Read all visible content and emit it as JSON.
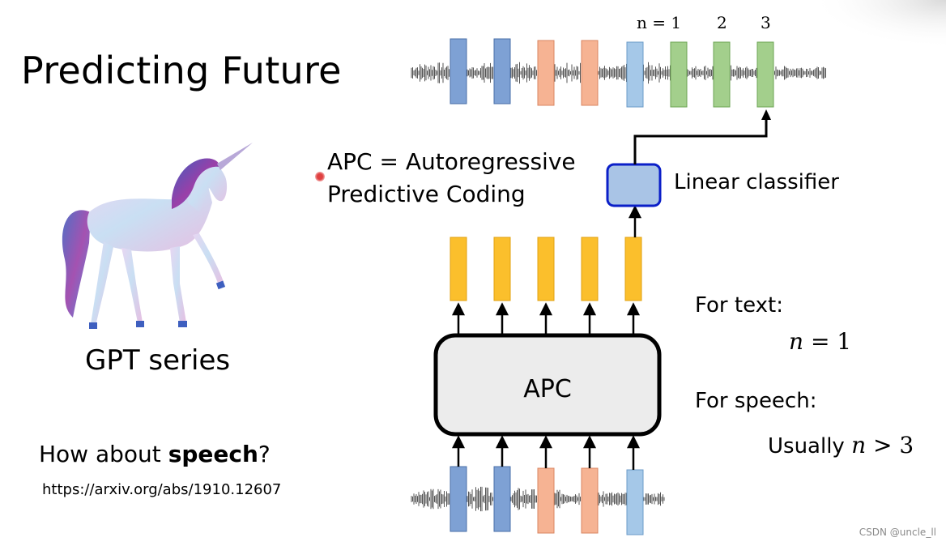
{
  "slide": {
    "title": "Predicting Future",
    "apc_definition_line1": "APC = Autoregressive",
    "apc_definition_line2": "Predictive Coding",
    "gpt_label": "GPT series",
    "speech_question_prefix": "How about ",
    "speech_question_bold": "speech",
    "speech_question_suffix": "?",
    "paper_url": "https://arxiv.org/abs/1910.12607",
    "linear_classifier_label": "Linear classifier",
    "apc_box_label": "APC",
    "for_text_label": "For text:",
    "n_text_var": "n",
    "n_text_rest": " = 1",
    "for_speech_label": "For speech:",
    "usually_label": "Usually ",
    "n_speech_var": "n",
    "n_speech_rest": " > 3",
    "top_step_labels": [
      "n = 1",
      "2",
      "3"
    ],
    "watermark": "CSDN @uncle_ll"
  },
  "colors": {
    "blue_frame": "#7ea1d4",
    "orange_frame": "#f6b393",
    "lightblue_frame": "#a5c8e8",
    "green_frame": "#a3cf8c",
    "yellow_feature": "#fbbf2c",
    "classifier_fill": "#a9c4e6",
    "classifier_border": "#0b1fc8",
    "apc_fill": "#ececec"
  },
  "icons": {
    "unicorn": "unicorn-illustration",
    "laser_pointer": "laser-pointer-dot"
  }
}
